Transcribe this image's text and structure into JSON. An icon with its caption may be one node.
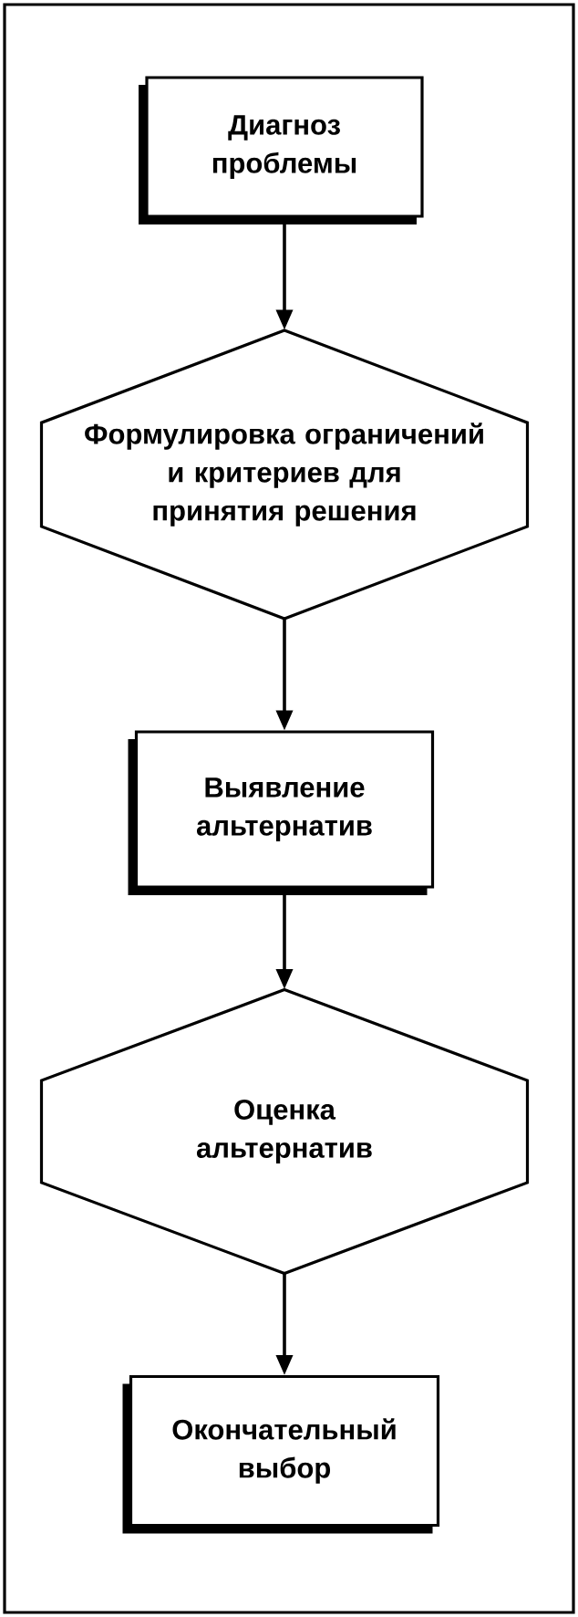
{
  "diagram": {
    "nodes": [
      {
        "text": [
          "Диагноз проблемы"
        ]
      },
      {
        "text": [
          "Формулировка ограничений и критериев для принятия решения"
        ]
      },
      {
        "text": [
          "Выявление альтернатив"
        ]
      },
      {
        "text": [
          "Оценка альтернатив"
        ]
      },
      {
        "text": [
          "Окончательный выбор"
        ]
      }
    ],
    "edges": [
      {
        "from": 0,
        "to": 1,
        "arrow": "to"
      },
      {
        "from": 1,
        "to": 2,
        "arrow": "to"
      },
      {
        "from": 2,
        "to": 3,
        "arrow": "to"
      },
      {
        "from": 3,
        "to": 4,
        "arrow": "to"
      }
    ]
  }
}
